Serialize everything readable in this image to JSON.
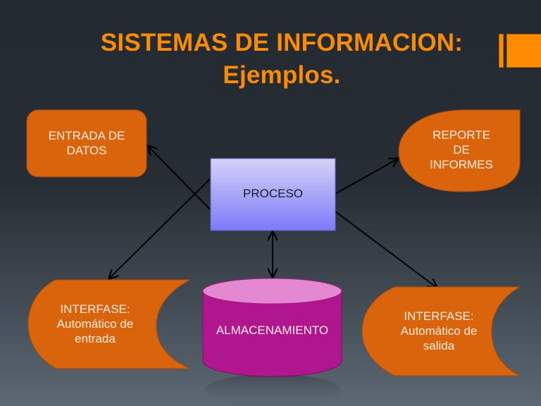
{
  "slide": {
    "title_line1": "SISTEMAS DE INFORMACION:",
    "title_line2": "Ejemplos.",
    "colors": {
      "background": "#232a31",
      "title": "#ff8c00",
      "node_orange": "#d9640c",
      "process_top": "#d6d2f8",
      "process_bottom": "#7c7af8",
      "storage": "#b0168e",
      "storage_top": "#e489d1",
      "arrow": "#000000"
    }
  },
  "diagram": {
    "nodes": {
      "entrada": {
        "line1": "ENTRADA DE",
        "line2": "DATOS",
        "shape": "rounded-rectangle"
      },
      "reporte": {
        "line1": "REPORTE",
        "line2": "DE",
        "line3": "INFORMES",
        "shape": "document-leaf"
      },
      "proceso": {
        "label": "PROCESO",
        "shape": "rectangle"
      },
      "almacenamiento": {
        "label": "ALMACENAMIENTO",
        "shape": "cylinder"
      },
      "interfase_entrada": {
        "line1": "INTERFASE:",
        "line2": "Automático de",
        "line3": "entrada",
        "shape": "stored-data"
      },
      "interfase_salida": {
        "line1": "INTERFASE:",
        "line2": "Automático de",
        "line3": "salida",
        "shape": "stored-data"
      }
    },
    "edges": [
      {
        "from": "proceso",
        "to": "entrada"
      },
      {
        "from": "proceso",
        "to": "interfase_entrada"
      },
      {
        "from": "proceso",
        "to": "reporte"
      },
      {
        "from": "proceso",
        "to": "interfase_salida"
      },
      {
        "from": "proceso",
        "to": "almacenamiento",
        "bidirectional": true
      }
    ]
  }
}
